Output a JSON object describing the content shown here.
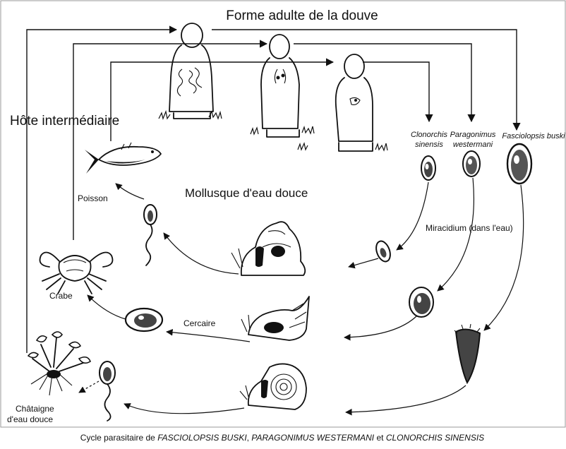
{
  "title": "Forme adulte de la douve",
  "labels": {
    "intermediate_host": "Hôte intermédiaire",
    "mollusc": "Mollusque d'eau douce",
    "fish": "Poisson",
    "crab": "Crabe",
    "cercaria": "Cercaire",
    "miracidium": "Miracidium (dans l'eau)",
    "water_chestnut_line1": "Châtaigne",
    "water_chestnut_line2": "d'eau douce"
  },
  "species": {
    "clonorchis_line1": "Clonorchis",
    "clonorchis_line2": "sinensis",
    "paragonimus_line1": "Paragonimus",
    "paragonimus_line2": "westermani",
    "fasciolopsis": "Fasciolopsis buski"
  },
  "caption": {
    "prefix": "Cycle parasitaire de ",
    "species1": "FASCIOLOPSIS BUSKI",
    "sep1": ", ",
    "species2": "PARAGONIMUS WESTERMANI",
    "sep2": " et ",
    "species3": "CLONORCHIS SINENSIS"
  }
}
